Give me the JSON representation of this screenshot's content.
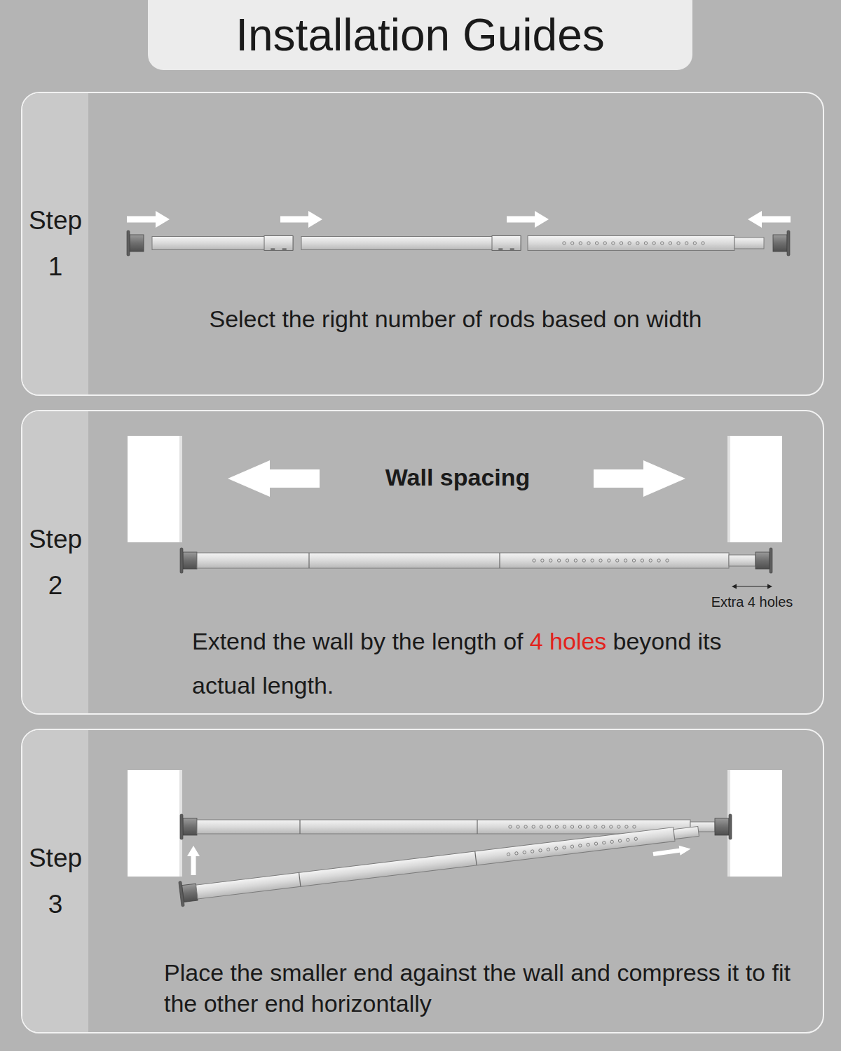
{
  "diagram": {
    "title": "Installation Guides",
    "nodes": [
      {
        "text": [
          "Step 1",
          "Select the right number of rods based on width"
        ]
      },
      {
        "text": [
          "Step 2",
          "Extend the wall by the length of",
          "4 holes",
          "beyond its actual length."
        ]
      },
      {
        "text": [
          "Step 3",
          "Place the smaller end against the wall and compress it to fit the other end horizontally"
        ]
      }
    ],
    "labels": [
      "Wall spacing",
      "Extra 4 holes"
    ]
  }
}
